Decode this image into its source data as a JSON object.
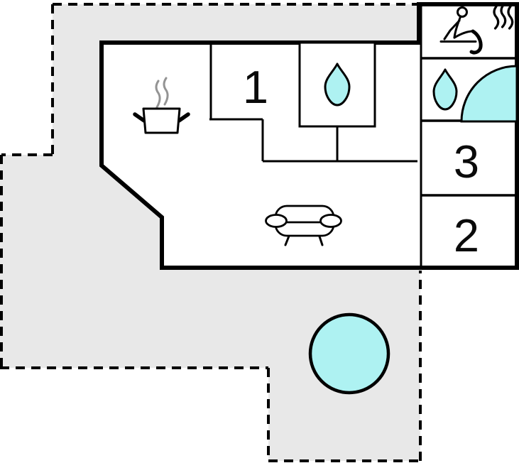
{
  "floorplan": {
    "kind": "vacation-home floor plan with terrace",
    "rooms": [
      {
        "name": "room-1",
        "label": "1"
      },
      {
        "name": "room-3",
        "label": "3"
      },
      {
        "name": "room-2",
        "label": "2"
      }
    ],
    "features": [
      {
        "name": "sauna-icon",
        "depicts": "person seated in sauna with steam"
      },
      {
        "name": "water-drop-icon",
        "depicts": "bathroom / shower water drop"
      },
      {
        "name": "corner-bath-icon",
        "depicts": "corner bath with water drop"
      },
      {
        "name": "kitchen-pot-icon",
        "depicts": "steaming pot (kitchen)"
      },
      {
        "name": "sofa-icon",
        "depicts": "sofa (living room)"
      },
      {
        "name": "hot-tub-icon",
        "depicts": "round hot tub on terrace"
      }
    ],
    "colors": {
      "terrace": "#e8e8e8",
      "water": "#aef2f2",
      "wall": "#000000",
      "steam": "#949494",
      "background": "#ffffff"
    }
  }
}
